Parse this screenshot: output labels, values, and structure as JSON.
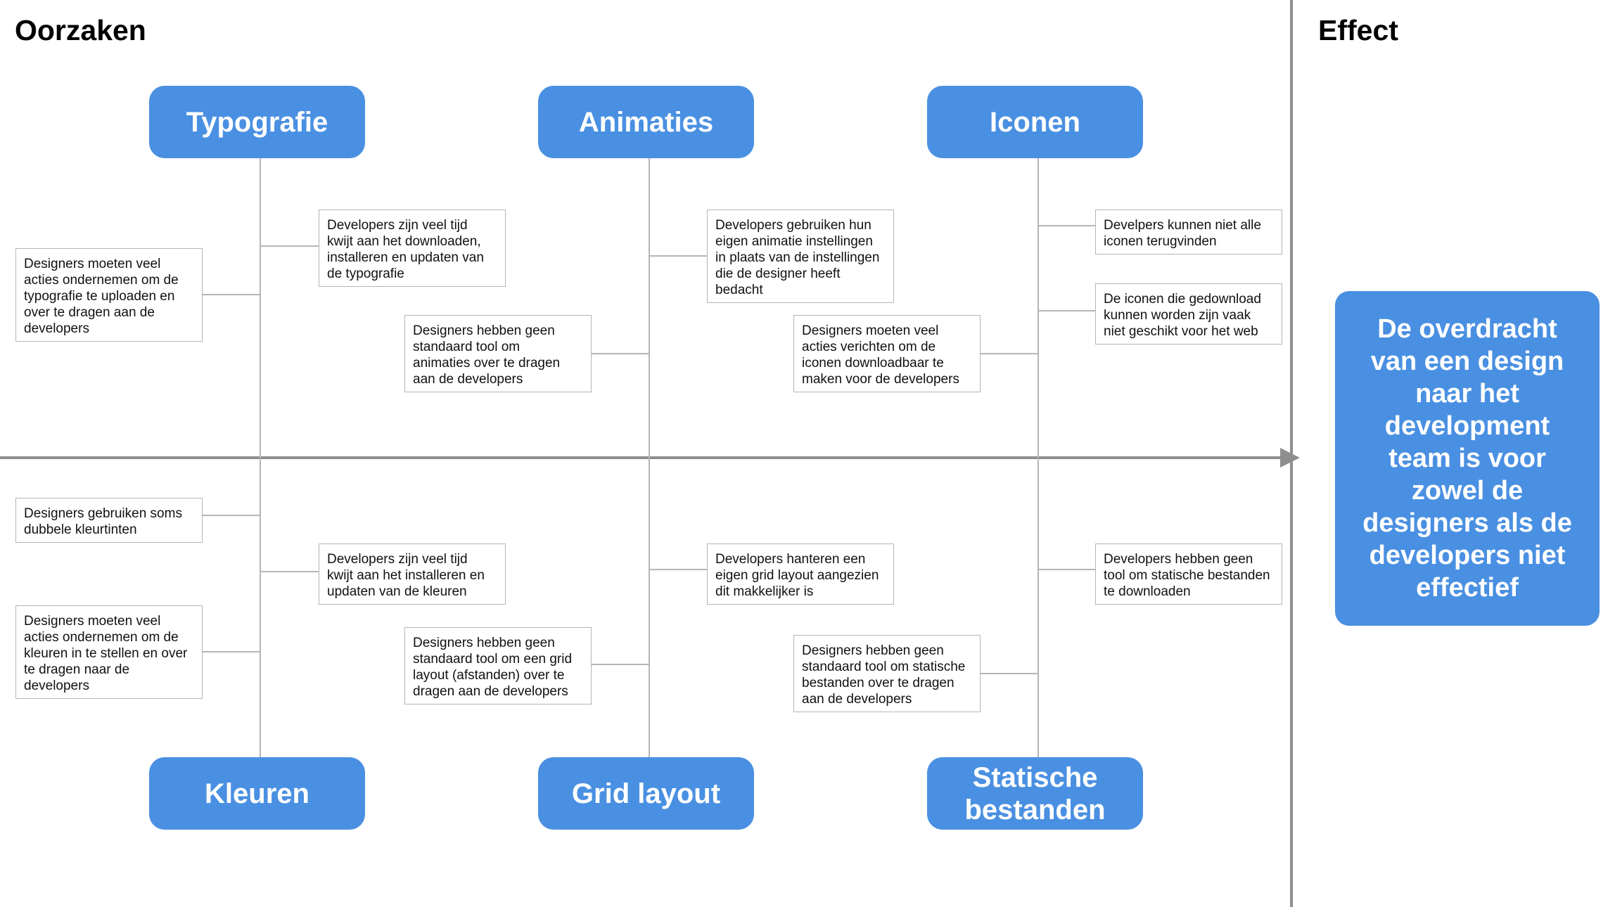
{
  "headings": {
    "causes": "Oorzaken",
    "effect": "Effect"
  },
  "categories": {
    "typografie": "Typografie",
    "animaties": "Animaties",
    "iconen": "Iconen",
    "kleuren": "Kleuren",
    "grid_layout": "Grid layout",
    "statische_bestanden": "Statische bestanden"
  },
  "causes": {
    "typografie_1": "Developers zijn veel tijd\nkwijt aan het downloaden,\ninstalleren en updaten van\nde typografie",
    "typografie_2": "Designers moeten veel\nacties ondernemen om de\ntypografie te uploaden en\nover te dragen aan de\ndevelopers",
    "animaties_1": "Developers gebruiken hun\neigen animatie instellingen\nin plaats van de instellingen\ndie de designer heeft\nbedacht",
    "animaties_2": "Designers hebben geen\nstandaard tool om\nanimaties over te dragen\naan de developers",
    "iconen_1": "Develpers kunnen niet alle\niconen terugvinden",
    "iconen_2": "De iconen die gedownload\nkunnen worden zijn vaak\nniet geschikt voor het web",
    "iconen_3": "Designers moeten veel\nacties verichten om de\niconen downloadbaar te\nmaken voor de developers",
    "kleuren_1": "Designers gebruiken soms\ndubbele kleurtinten",
    "kleuren_2": "Developers zijn veel tijd\nkwijt aan het installeren en\nupdaten van de kleuren",
    "kleuren_3": "Designers moeten veel\nacties ondernemen om de\nkleuren in te stellen en over\nte dragen naar de\ndevelopers",
    "grid_1": "Developers hanteren een\neigen grid layout aangezien\ndit makkelijker is",
    "grid_2": "Designers hebben geen\nstandaard tool om een grid\nlayout (afstanden) over te\ndragen aan de developers",
    "statisch_1": "Developers hebben geen\ntool om statische bestanden\nte downloaden",
    "statisch_2": "Designers hebben geen\nstandaard tool om statische\nbestanden over te dragen\naan de developers"
  },
  "effect": "De overdracht van een design naar het development team is voor zowel de designers als de developers niet effectief",
  "colors": {
    "accent": "#4a90e2",
    "line": "#b5b5b5",
    "spine": "#8e8e8e",
    "text": "#000000"
  }
}
